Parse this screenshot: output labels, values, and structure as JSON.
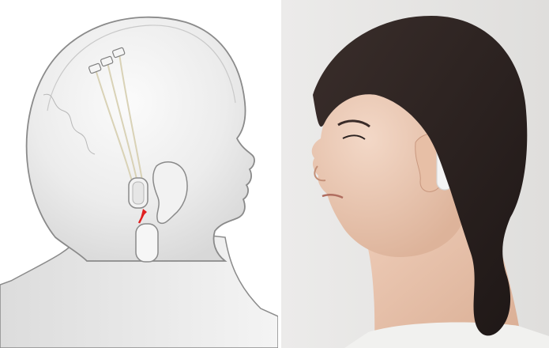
{
  "figure": {
    "left_panel": {
      "kind": "illustration",
      "subject": "head-profile-with-implant",
      "colors": {
        "outline": "#8a8a8a",
        "skin_shade": "#e6e6e6",
        "skin_light": "#f7f7f7",
        "thread": "#d9d2b6",
        "implant": "#f2f2f2",
        "arrow": "#e02020"
      },
      "electrode_count": 3
    },
    "right_panel": {
      "kind": "photo",
      "subject": "woman-profile-wearing-behind-ear-device",
      "colors": {
        "background": "#e8e7e5",
        "skin": "#e9c4ad",
        "hair": "#2b2220",
        "device": "#f4f4f4",
        "shirt": "#f1f1ef"
      }
    }
  }
}
